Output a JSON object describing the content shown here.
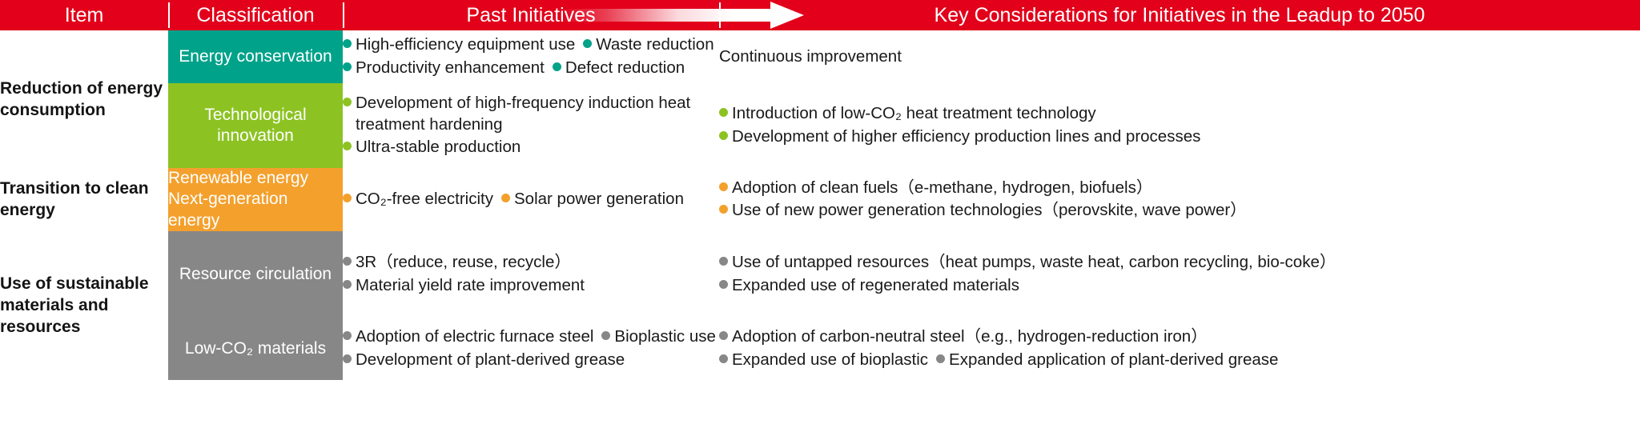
{
  "header": {
    "col_item": "Item",
    "col_classification": "Classification",
    "col_past": "Past Initiatives",
    "col_future": "Key Considerations for Initiatives in the Leadup to 2050",
    "arrow_icon": "right-arrow-gradient-icon"
  },
  "colors": {
    "header_red": "#e2001a",
    "teal": "#00a28a",
    "green": "#8cc323",
    "orange": "#f4a02d",
    "gray": "#878787"
  },
  "rows": [
    {
      "item": "Reduction of energy consumption",
      "classification": "Energy conservation",
      "accent": "teal",
      "past": [
        "High-efficiency equipment use",
        "Waste reduction",
        "Productivity enhancement",
        "Defect reduction"
      ],
      "future_plain": "Continuous improvement",
      "future": []
    },
    {
      "item": "",
      "classification": "Technological innovation",
      "accent": "green",
      "past": [
        "Development of high-frequency induction heat treatment hardening",
        "Ultra-stable production"
      ],
      "future": [
        "Introduction of low-CO₂ heat treatment technology",
        "Development of higher efficiency production lines and processes"
      ]
    },
    {
      "item": "Transition to clean energy",
      "classification": "Renewable energy Next-generation energy",
      "classification_line1": "Renewable energy",
      "classification_line2": "Next-generation energy",
      "accent": "orange",
      "past": [
        "CO₂-free electricity",
        "Solar power generation"
      ],
      "future": [
        "Adoption of clean fuels（e-methane, hydrogen, biofuels）",
        "Use of new power generation technologies（perovskite, wave power）"
      ]
    },
    {
      "item": "Use of sustainable materials and resources",
      "classification": "Resource circulation",
      "accent": "gray",
      "past": [
        "3R（reduce, reuse, recycle）",
        "Material yield rate improvement"
      ],
      "future": [
        "Use of untapped resources（heat pumps, waste heat, carbon recycling, bio-coke）",
        "Expanded use of regenerated materials"
      ]
    },
    {
      "item": "",
      "classification": "Low-CO₂ materials",
      "accent": "gray",
      "past": [
        "Adoption of electric furnace steel",
        "Bioplastic use",
        "Development of plant-derived grease"
      ],
      "future": [
        "Adoption of carbon-neutral steel（e.g., hydrogen-reduction iron）",
        "Expanded use of bioplastic",
        "Expanded application of plant-derived grease"
      ]
    }
  ]
}
